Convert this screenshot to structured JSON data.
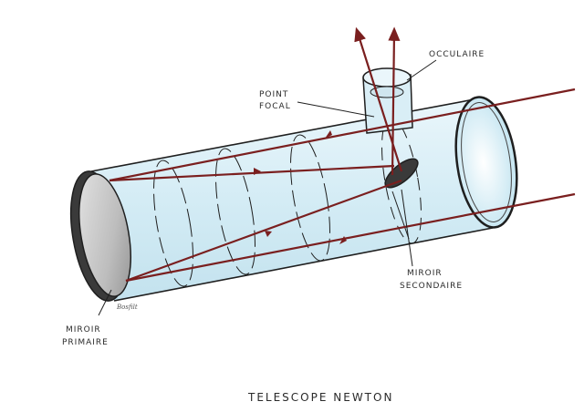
{
  "diagram": {
    "title": "TELESCOPE NEWTON",
    "signature": "Bosfilt",
    "labels": {
      "eyepiece": "OCCULAIRE",
      "focal_point_line1": "POINT",
      "focal_point_line2": "FOCAL",
      "secondary_line1": "MIROIR",
      "secondary_line2": "SECONDAIRE",
      "primary_line1": "MIROIR",
      "primary_line2": "PRIMAIRE"
    },
    "colors": {
      "tube_fill": "#d9eef6",
      "tube_outline": "#1f1f1f",
      "ray": "#7a1f1f",
      "mirror_fill": "#bfbfbf",
      "inner_ring": "#cfe6ef"
    }
  }
}
